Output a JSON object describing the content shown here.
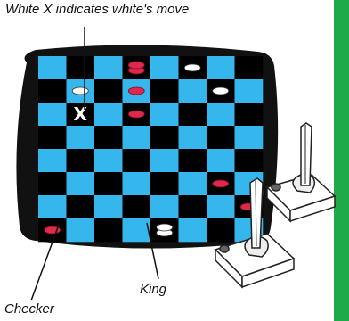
{
  "captions": {
    "white_move": "White X indicates white's move",
    "king": "King",
    "checker": "Checker"
  },
  "colors": {
    "light_square": "#35b7ee",
    "dark_square": "#000000",
    "screen_bezel": "#111111",
    "red_piece": "#e0284c",
    "white_piece": "#ffffff",
    "green_accent": "#1faa4a"
  },
  "board": {
    "rows": 8,
    "cols": 8,
    "pieces": [
      {
        "row": 0,
        "col": 3,
        "color": "red",
        "king": true
      },
      {
        "row": 0,
        "col": 5,
        "color": "white",
        "king": false
      },
      {
        "row": 1,
        "col": 1,
        "color": "white",
        "king": false
      },
      {
        "row": 1,
        "col": 3,
        "color": "red",
        "king": false
      },
      {
        "row": 1,
        "col": 6,
        "color": "white",
        "king": false
      },
      {
        "row": 2,
        "col": 3,
        "color": "red",
        "king": false
      },
      {
        "row": 5,
        "col": 6,
        "color": "red",
        "king": false
      },
      {
        "row": 6,
        "col": 7,
        "color": "red",
        "king": false
      },
      {
        "row": 7,
        "col": 0,
        "color": "red",
        "king": false
      },
      {
        "row": 7,
        "col": 4,
        "color": "white",
        "king": true
      }
    ],
    "cursor": {
      "row": 2,
      "col": 1,
      "symbol": "X"
    }
  }
}
